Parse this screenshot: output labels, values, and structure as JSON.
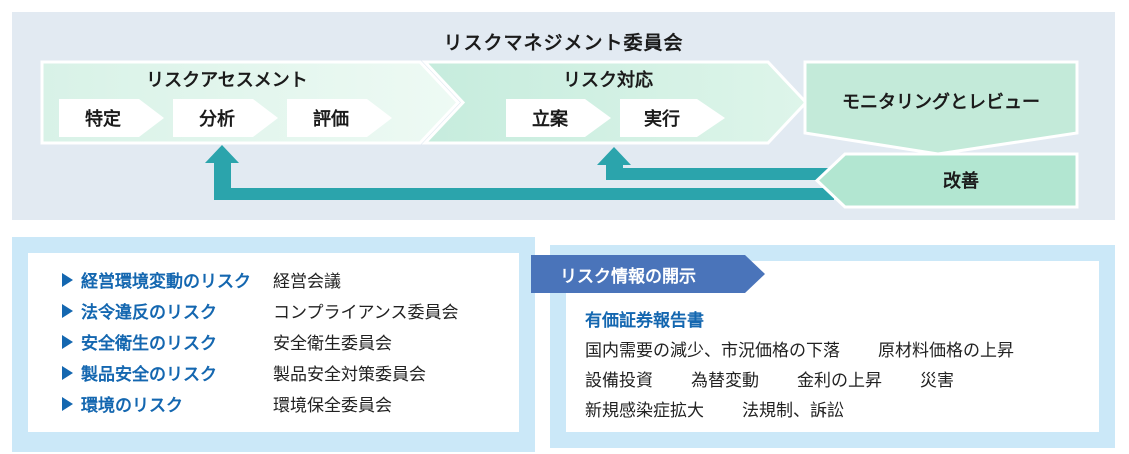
{
  "top_panel": {
    "title": "リスクマネジメント委員会",
    "assessment": {
      "label": "リスクアセスメント",
      "steps": [
        "特定",
        "分析",
        "評価"
      ]
    },
    "response": {
      "label": "リスク対応",
      "steps": [
        "立案",
        "実行"
      ]
    },
    "monitoring": {
      "label": "モニタリングとレビュー"
    },
    "improvement": {
      "label": "改善"
    }
  },
  "risk_list": {
    "rows": [
      {
        "risk": "経営環境変動のリスク",
        "committee": "経営会議"
      },
      {
        "risk": "法令違反のリスク",
        "committee": "コンプライアンス委員会"
      },
      {
        "risk": "安全衛生のリスク",
        "committee": "安全衛生委員会"
      },
      {
        "risk": "製品安全のリスク",
        "committee": "製品安全対策委員会"
      },
      {
        "risk": "環境のリスク",
        "committee": "環境保全委員会"
      }
    ]
  },
  "disclosure": {
    "banner": "リスク情報の開示",
    "report_title": "有価証券報告書",
    "lines": [
      [
        "国内需要の減少、市況価格の下落",
        "原材料価格の上昇"
      ],
      [
        "設備投資",
        "為替変動",
        "金利の上昇",
        "災害"
      ],
      [
        "新規感染症拡大",
        "法規制、訴訟"
      ]
    ]
  },
  "colors": {
    "panel_background": "#e2eaf2",
    "assessment_fill": "#d8f2e7",
    "response_fill": "#c6ecdd",
    "monitoring_fill": "#c3ead9",
    "improvement_fill": "#b2e6d1",
    "feedback_arrow_teal": "#2ba4ac",
    "box_frame_blue": "#cbe8f8",
    "risk_text_blue": "#1467b0",
    "banner_blue": "#4a74ba",
    "text_black": "#222222"
  }
}
